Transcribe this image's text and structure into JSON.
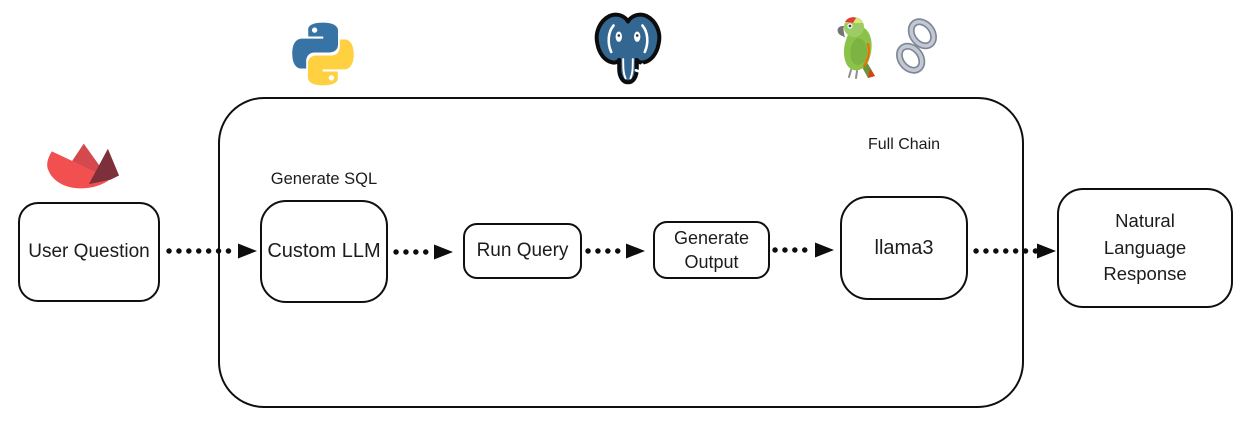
{
  "diagram": {
    "container": {
      "label": "Full Chain"
    },
    "nodes": {
      "user_question": {
        "label": "User Question"
      },
      "custom_llm": {
        "label": "Custom LLM",
        "annotation": "Generate SQL"
      },
      "run_query": {
        "label": "Run Query"
      },
      "generate_output": {
        "label": "Generate Output"
      },
      "llama3": {
        "label": "llama3"
      },
      "natural_language_response": {
        "label": "Natural Language Response"
      }
    },
    "edges": [
      {
        "from": "user_question",
        "to": "custom_llm",
        "style": "dotted-arrow"
      },
      {
        "from": "custom_llm",
        "to": "run_query",
        "style": "dotted-arrow"
      },
      {
        "from": "run_query",
        "to": "generate_output",
        "style": "dotted-arrow"
      },
      {
        "from": "generate_output",
        "to": "llama3",
        "style": "dotted-arrow"
      },
      {
        "from": "llama3",
        "to": "natural_language_response",
        "style": "dotted-arrow"
      }
    ],
    "icons": [
      {
        "name": "streamlit-logo",
        "colors": [
          "#f25050",
          "#d4494e",
          "#7d3039"
        ]
      },
      {
        "name": "python-logo",
        "colors": [
          "#3873a6",
          "#ffd040"
        ]
      },
      {
        "name": "postgresql-logo",
        "colors": [
          "#336791",
          "#0c0c0c",
          "#ffffff"
        ]
      },
      {
        "name": "parrot-icon",
        "colors": [
          "#8bc34a",
          "#e53935",
          "#757575"
        ]
      },
      {
        "name": "chain-links-icon",
        "colors": [
          "#7f8694",
          "#c3c9d4"
        ]
      }
    ],
    "colors": {
      "background": "#ffffff",
      "stroke": "#0f0f0f",
      "text": "#1c1c1c"
    }
  }
}
